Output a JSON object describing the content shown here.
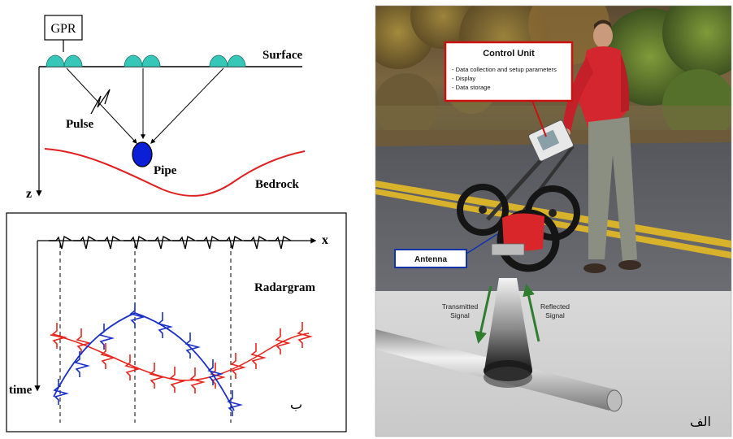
{
  "left_diagram": {
    "gpr_label": "GPR",
    "surface_label": "Surface",
    "pulse_label": "Pulse",
    "pipe_label": "Pipe",
    "bedrock_label": "Bedrock",
    "z_label": "z",
    "x_label": "x",
    "radargram_label": "Radargram",
    "time_label": "time",
    "panel_tag": "ب"
  },
  "right_photo": {
    "control_unit_title": "Control Unit",
    "control_unit_items": [
      "- Data collection and setup parameters",
      "- Display",
      "- Data storage"
    ],
    "antenna_label": "Antenna",
    "transmitted_line1": "Transmitted",
    "transmitted_line2": "Signal",
    "reflected_line1": "Reflected",
    "reflected_line2": "Signal",
    "panel_tag": "الف"
  },
  "colors": {
    "bedrock": "#e02020",
    "pipe": "#0a1fd6",
    "antenna_teal": "#36c7b8",
    "red_trace": "#e8261e",
    "blue_trace": "#1a2fc8",
    "callout_border": "#cc1111",
    "antenna_border": "#1133aa"
  }
}
